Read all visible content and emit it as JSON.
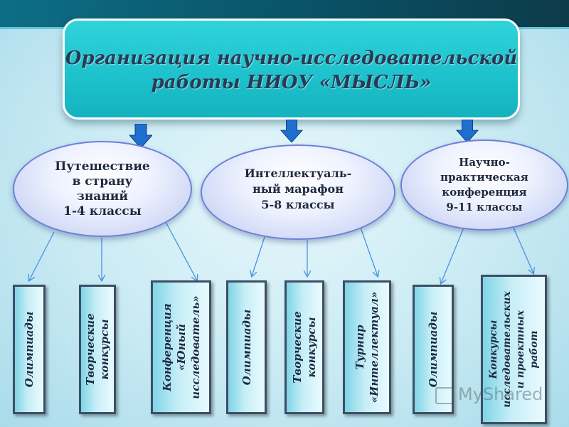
{
  "title": "Организация научно-исследовательской\nработы   НИОУ «МЫСЛЬ»",
  "groups": [
    {
      "ellipse": "Путешествие\nв страну\nзнаний\n1-4 классы",
      "boxes": [
        "Олимпиады",
        "Творческие\nконкурсы",
        "Конференция\n«Юный\nисследователь»"
      ]
    },
    {
      "ellipse": "Интеллектуаль-\nный марафон\n5-8 классы",
      "boxes": [
        "Олимпиады",
        "Творческие\nконкурсы",
        "Турнир\n«Интеллектуал»"
      ]
    },
    {
      "ellipse": "Научно-\nпрактическая\nконференция\n9-11 классы",
      "boxes": [
        "Олимпиады",
        "Конкурсы\nисследовательских\nи проектных работ"
      ]
    }
  ],
  "watermark": "MyShared",
  "colors": {
    "title_fill": "#1cc1cc",
    "arrow_fill": "#1f6fd0",
    "ellipse_border": "#6e7fd8",
    "box_border": "#3c4f66",
    "connector": "#4a90e2"
  }
}
